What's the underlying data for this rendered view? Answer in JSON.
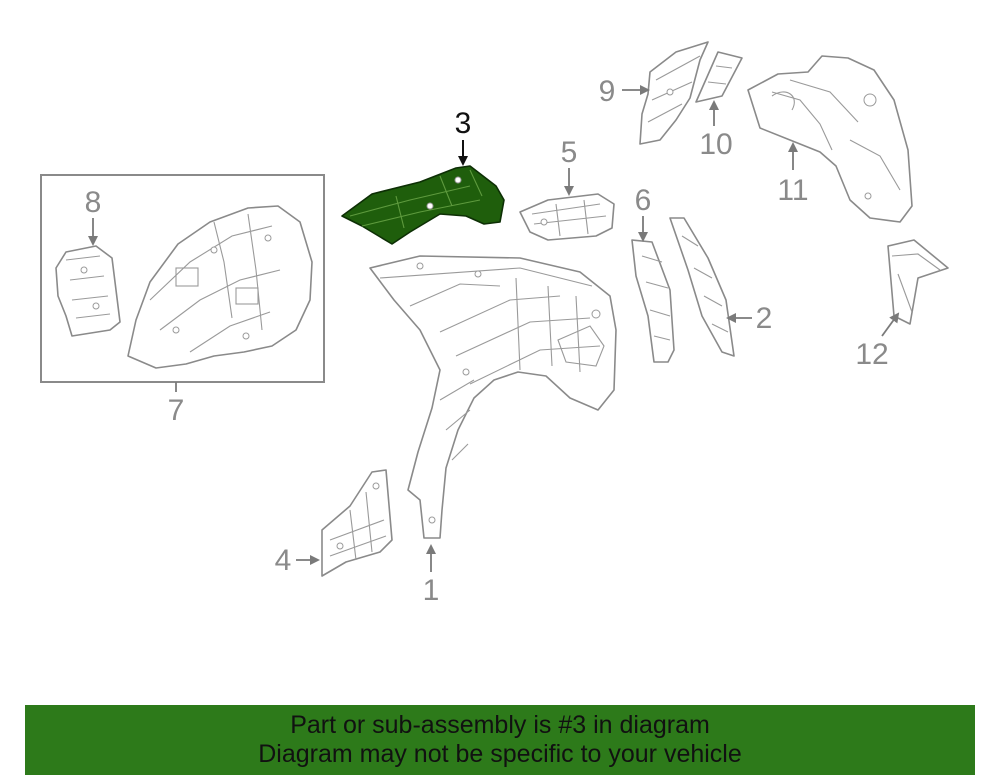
{
  "diagram": {
    "highlighted_part": "3",
    "highlight_color": "#1f5e0c",
    "callouts": {
      "c1": "1",
      "c2": "2",
      "c3": "3",
      "c4": "4",
      "c5": "5",
      "c6": "6",
      "c7": "7",
      "c8": "8",
      "c9": "9",
      "c10": "10",
      "c11": "11",
      "c12": "12"
    }
  },
  "banner": {
    "line1": "Part or sub-assembly is #3 in diagram",
    "line2": "Diagram may not be specific to your vehicle",
    "background": "#2d7a1a"
  }
}
